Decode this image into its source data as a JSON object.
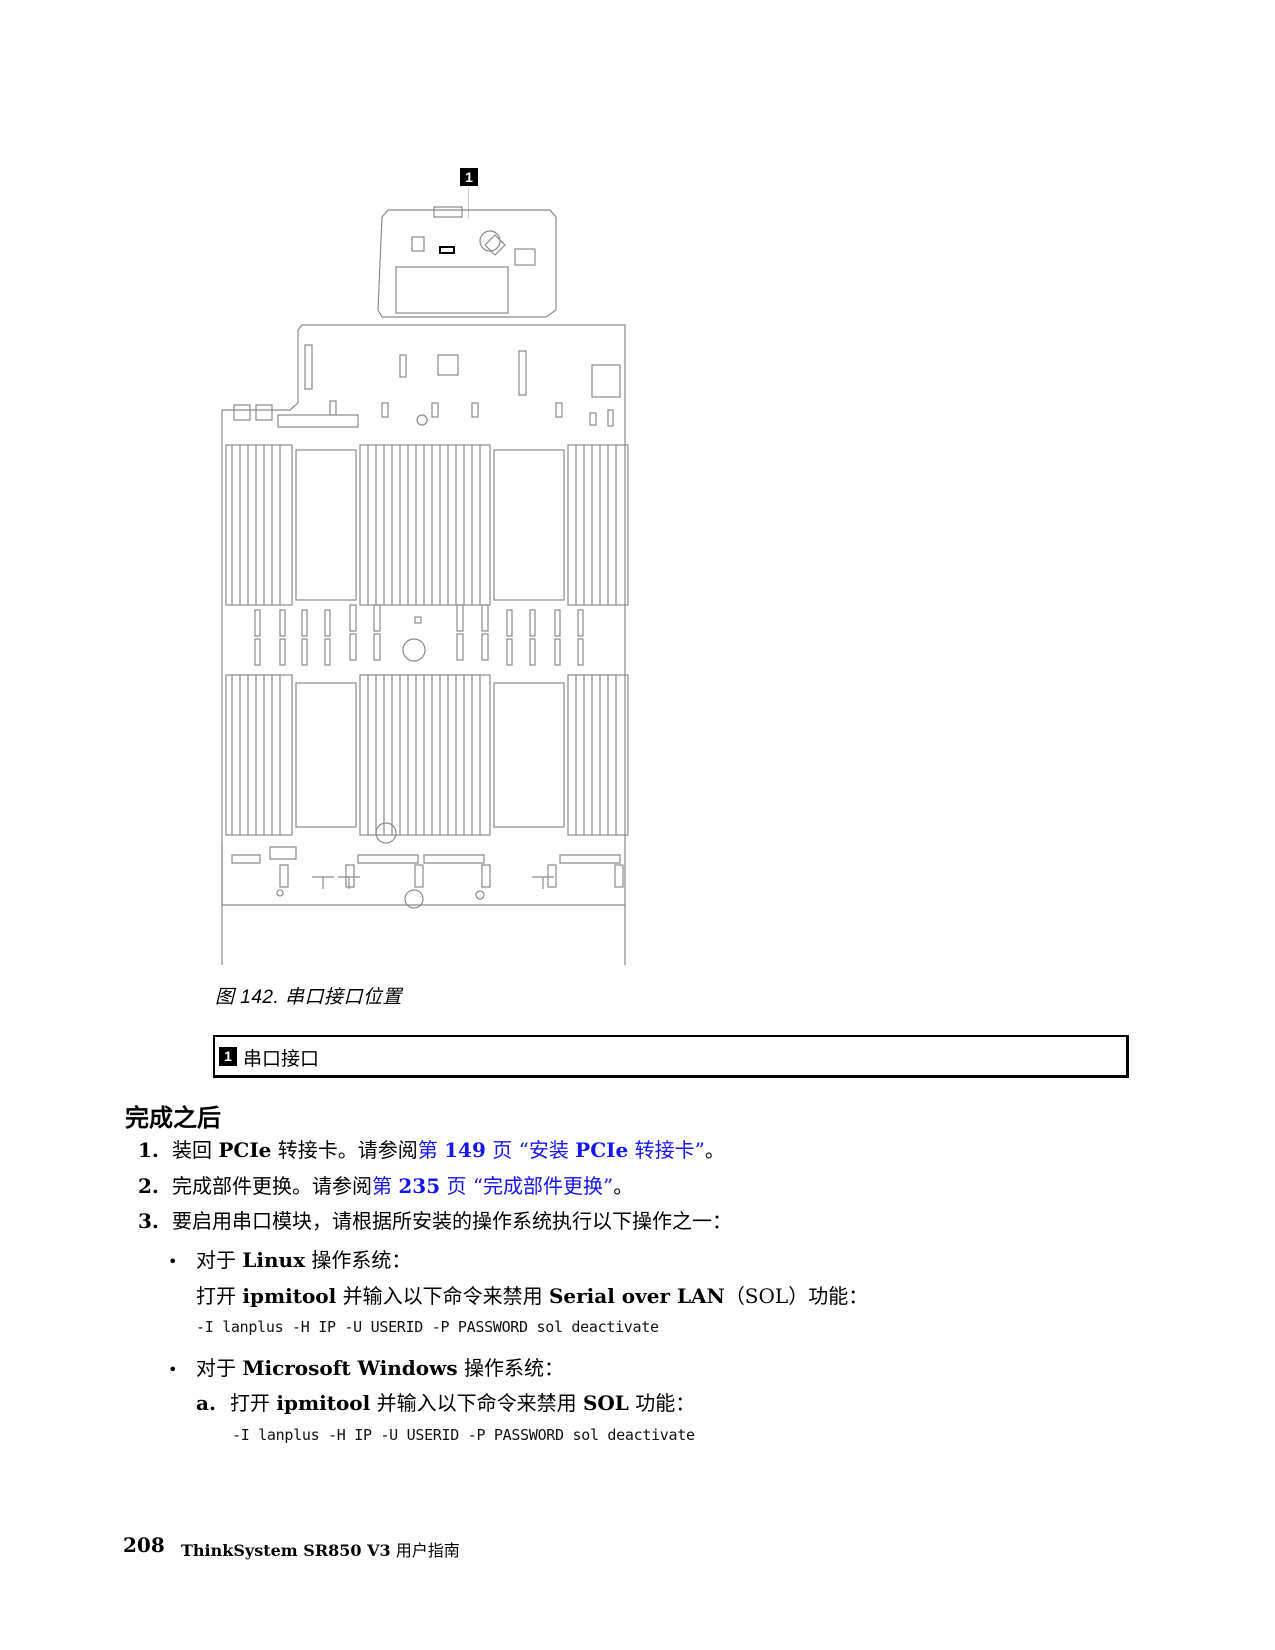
{
  "figure": {
    "callout_number": "1",
    "caption": "图 142.  串口接口位置",
    "legend": [
      {
        "number": "1",
        "label": "串口接口"
      }
    ]
  },
  "section": {
    "heading": "完成之后"
  },
  "steps": [
    {
      "number": "1.",
      "text_pre": "装回 ",
      "text_bold": "PCIe",
      "text_mid": " 转接卡。请参阅",
      "link_prefix": "第 ",
      "link_page": "149",
      "link_suffix": " 页 “安装 ",
      "link_bold": "PCIe",
      "link_end": " 转接卡”",
      "text_post": "。"
    },
    {
      "number": "2.",
      "text_pre": "完成部件更换。请参阅",
      "link_prefix": "第 ",
      "link_page": "235",
      "link_suffix": " 页 “完成部件更换”",
      "text_post": "。"
    },
    {
      "number": "3.",
      "text": "要启用串口模块，请根据所安装的操作系统执行以下操作之一："
    }
  ],
  "os_options": {
    "linux": {
      "bullet": "•",
      "pre": "对于 ",
      "bold": "Linux",
      "post": " 操作系统：",
      "instruction_pre": "打开 ",
      "instruction_bold1": "ipmitool",
      "instruction_mid": " 并输入以下命令来禁用 ",
      "instruction_bold2": "Serial over LAN",
      "instruction_post": "（SOL）功能：",
      "command": "-I lanplus -H IP -U USERID -P PASSWORD sol deactivate"
    },
    "windows": {
      "bullet": "•",
      "pre": "对于 ",
      "bold": "Microsoft Windows",
      "post": " 操作系统：",
      "substep_label": "a.",
      "instruction_pre": "打开 ",
      "instruction_bold1": "ipmitool",
      "instruction_mid": " 并输入以下命令来禁用 ",
      "instruction_bold2": "SOL",
      "instruction_post": " 功能：",
      "command": "-I lanplus -H IP -U USERID -P PASSWORD sol deactivate"
    }
  },
  "footer": {
    "page_number": "208",
    "doc_title": "ThinkSystem SR850 V3",
    "doc_title_cn": " 用户指南"
  },
  "colors": {
    "link": "#1515ee",
    "diagram_line": "#8a8a8a",
    "text": "#000000"
  }
}
